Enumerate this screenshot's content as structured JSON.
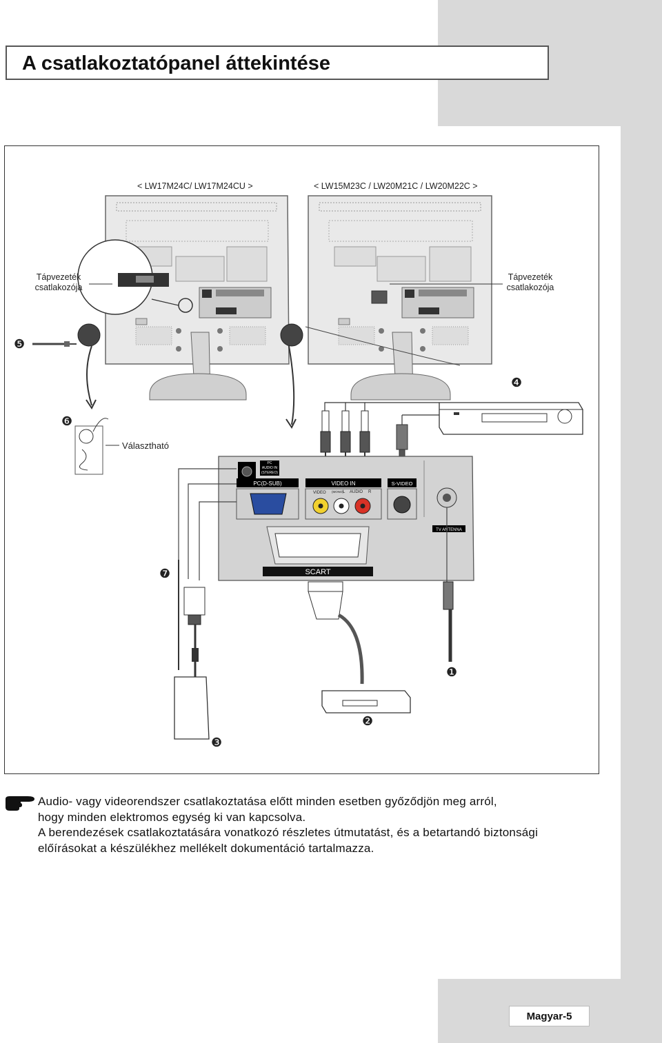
{
  "page": {
    "title": "A csatlakoztatópanel áttekintése",
    "page_label": "Magyar-5"
  },
  "figure": {
    "model_left": "< LW17M24C/ LW17M24CU >",
    "model_right": "< LW15M23C / LW20M21C / LW20M22C >",
    "power_left_line1": "Tápvezeték",
    "power_left_line2": "csatlakozója",
    "power_right_line1": "Tápvezeték",
    "power_right_line2": "csatlakozója",
    "optional": "Választható",
    "panel": {
      "pc_audio_line1": "PC",
      "pc_audio_line2": "AUDIO IN",
      "pc_audio_line3": "(STEREO)",
      "pc_dsub": "PC(D-SUB)",
      "video_in": "VIDEO IN",
      "svideo": "S-VIDEO",
      "video": "VIDEO",
      "mono": "(MONO)",
      "audio_l": "L",
      "audio": "AUDIO",
      "audio_r": "R",
      "tv_antenna": "TV ANTENNA",
      "scart": "SCART"
    },
    "callouts": {
      "n1": "❶",
      "n2": "❷",
      "n3": "❸",
      "n4": "❹",
      "n5": "❺",
      "n6": "❻",
      "n7": "❼"
    }
  },
  "note": {
    "line1": "Audio- vagy videorendszer csatlakoztatása előtt minden esetben győződjön meg arról,",
    "line2": "hogy minden elektromos egység ki van kapcsolva.",
    "line3": "A berendezések csatlakoztatására vonatkozó részletes útmutatást, és a betartandó biztonsági",
    "line4": "előírásokat a készülékhez mellékelt dokumentáció tartalmazza."
  }
}
